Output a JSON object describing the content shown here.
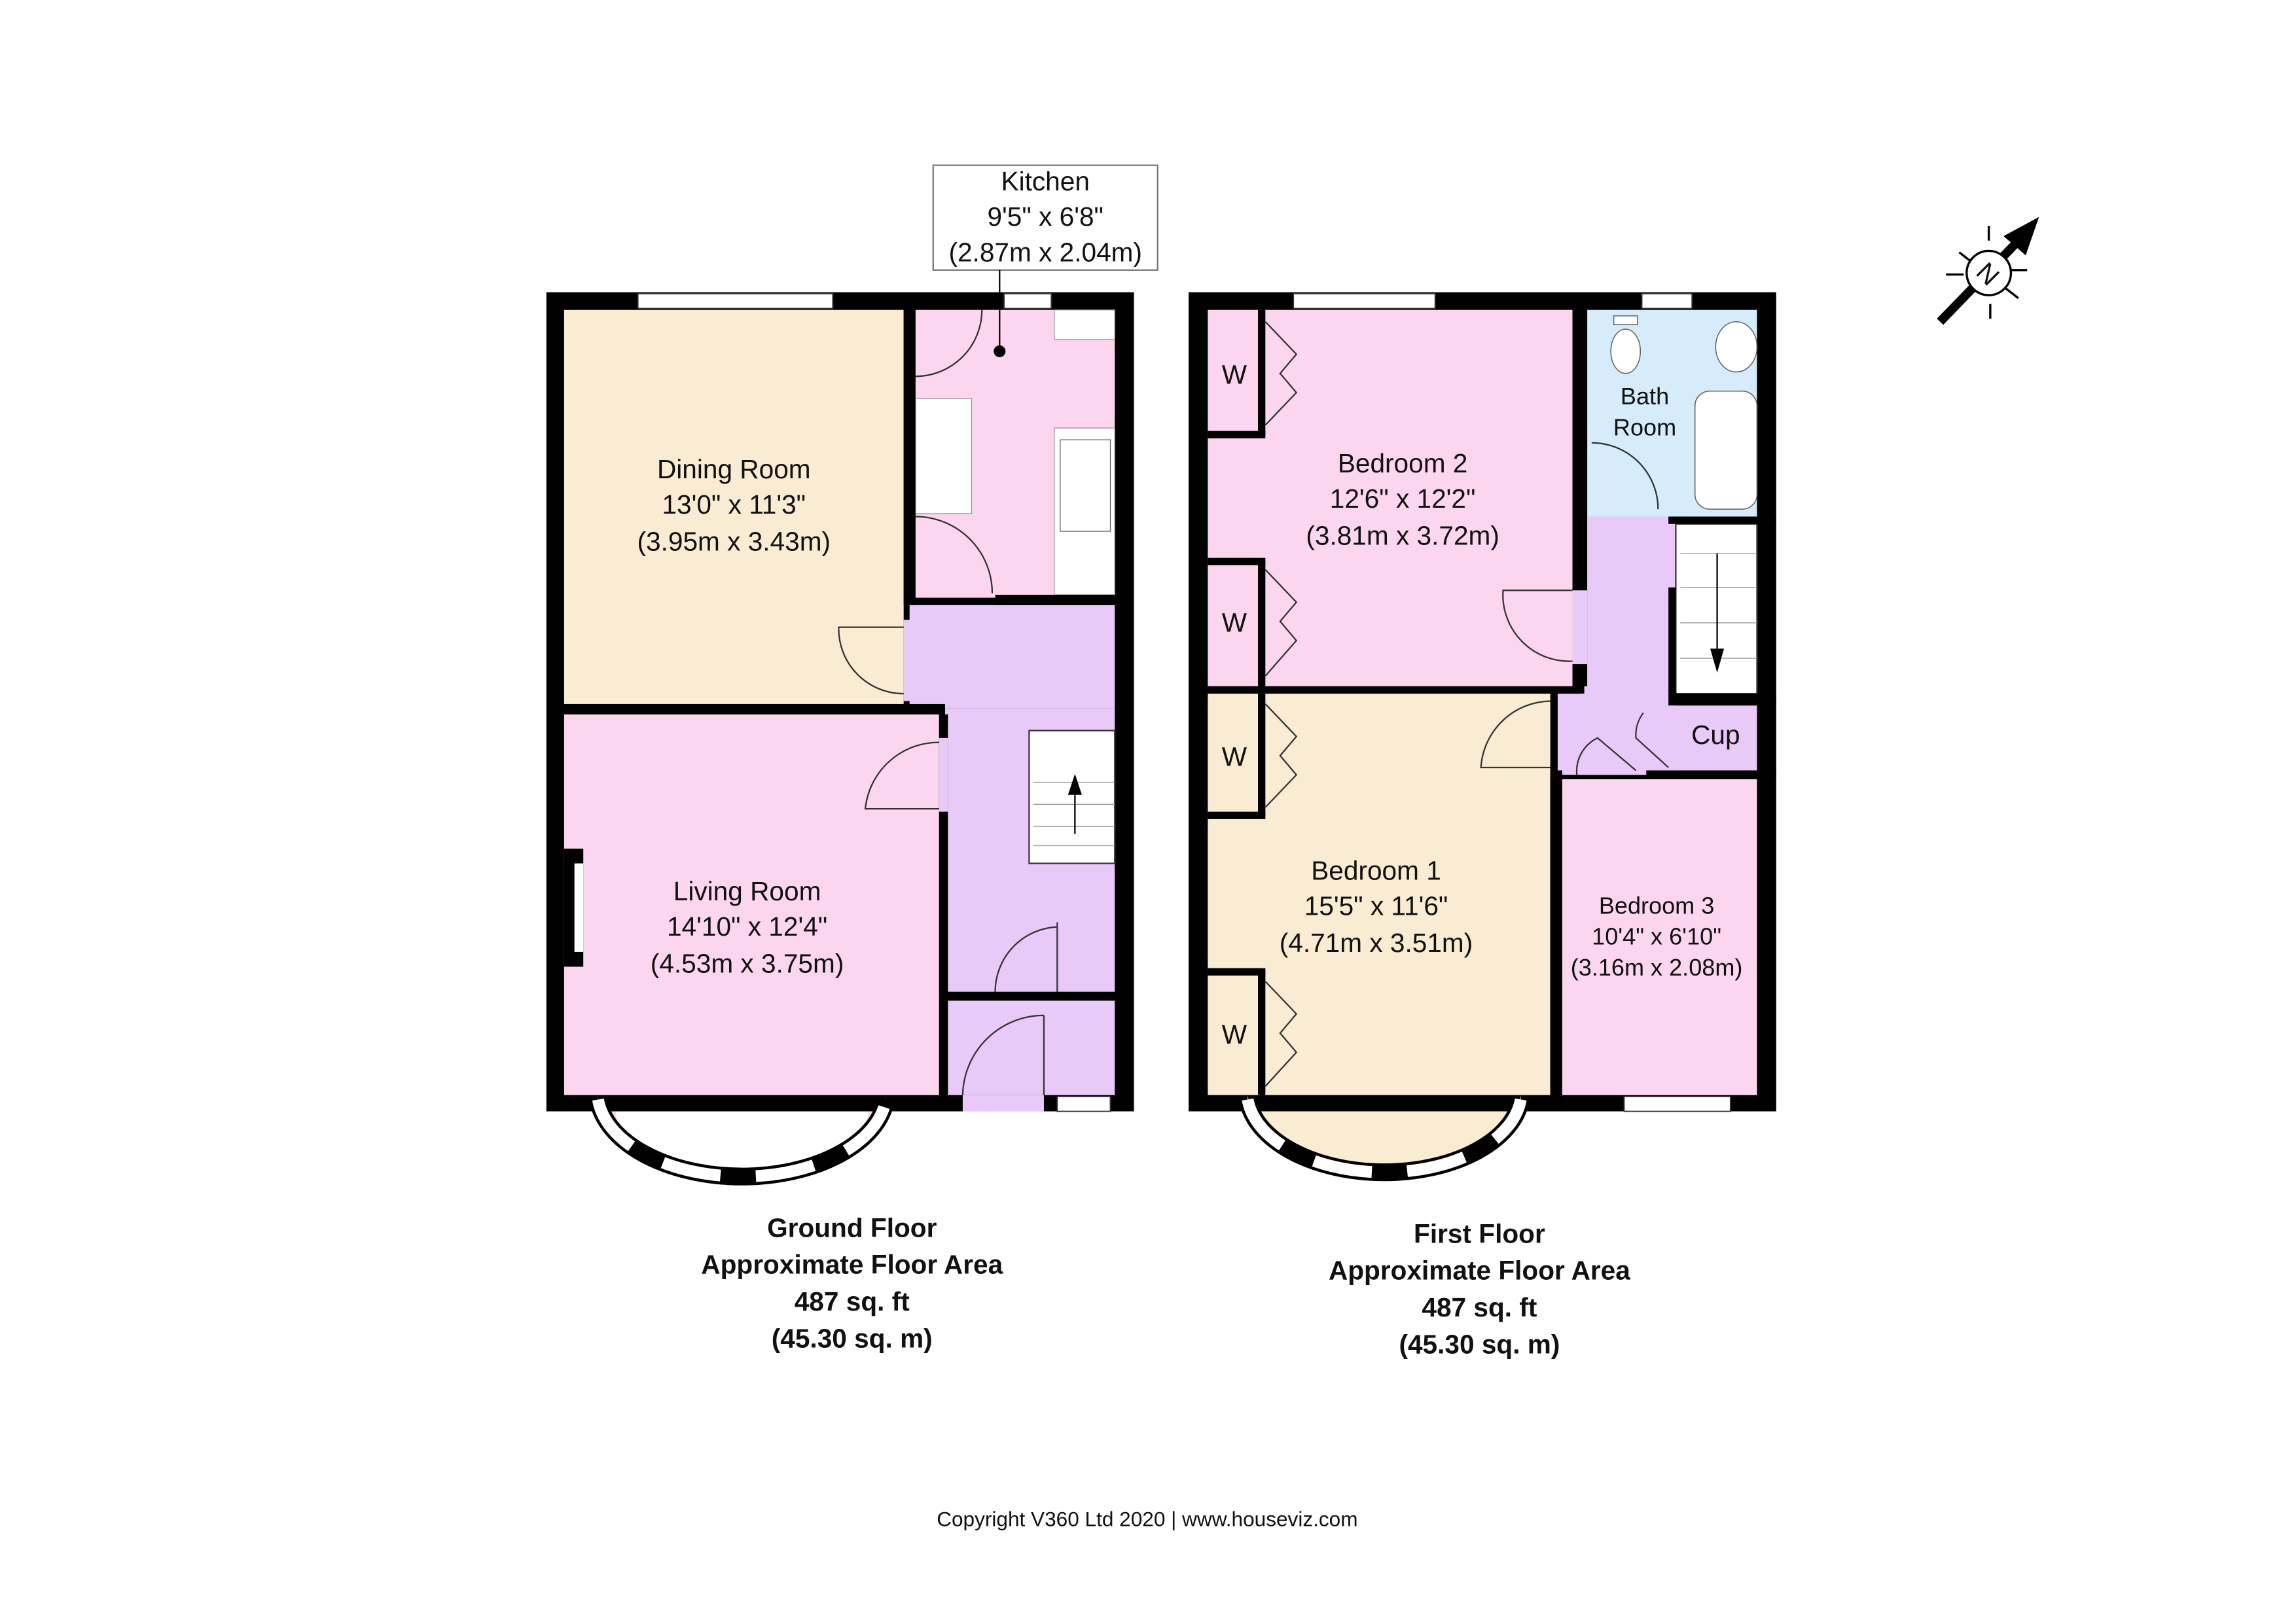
{
  "ground_floor": {
    "rooms": {
      "kitchen": {
        "name": "Kitchen",
        "imperial": "9'5\" x 6'8\"",
        "metric": "(2.87m x 2.04m)"
      },
      "dining": {
        "name": "Dining Room",
        "imperial": "13'0\" x 11'3\"",
        "metric": "(3.95m x 3.43m)"
      },
      "living": {
        "name": "Living Room",
        "imperial": "14'10\" x 12'4\"",
        "metric": "(4.53m x 3.75m)"
      }
    },
    "summary": {
      "title": "Ground Floor",
      "subtitle": "Approximate Floor Area",
      "sqft": "487 sq. ft",
      "sqm": "(45.30 sq. m)"
    }
  },
  "first_floor": {
    "rooms": {
      "bedroom2": {
        "name": "Bedroom 2",
        "imperial": "12'6\" x 12'2\"",
        "metric": "(3.81m x 3.72m)"
      },
      "bathroom": {
        "line1": "Bath",
        "line2": "Room"
      },
      "bedroom1": {
        "name": "Bedroom 1",
        "imperial": "15'5\" x 11'6\"",
        "metric": "(4.71m x 3.51m)"
      },
      "bedroom3": {
        "name": "Bedroom 3",
        "imperial": "10'4\" x 6'10\"",
        "metric": "(3.16m x 2.08m)"
      },
      "cupboard": {
        "name": "Cup"
      },
      "wardrobe_label": "W"
    },
    "summary": {
      "title": "First Floor",
      "subtitle": "Approximate Floor Area",
      "sqft": "487 sq. ft",
      "sqm": "(45.30 sq. m)"
    }
  },
  "compass": {
    "letter": "N"
  },
  "footer": {
    "copyright": "Copyright V360 Ltd 2020 | www.houseviz.com"
  },
  "colors": {
    "beige": "#faebd3",
    "pink": "#fbd6ee",
    "purple": "#e8c9f7",
    "blue": "#d6ecfa"
  }
}
